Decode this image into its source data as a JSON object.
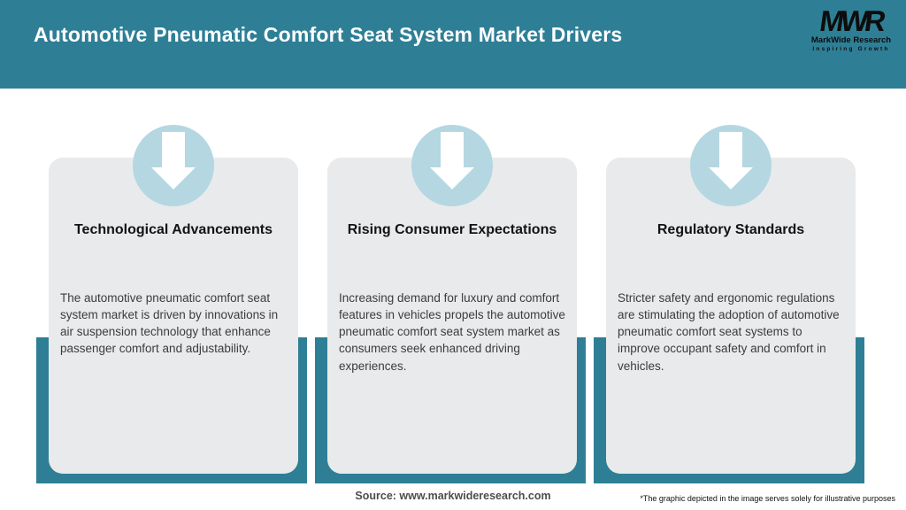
{
  "header": {
    "title": "Automotive Pneumatic Comfort Seat System Market Drivers",
    "logo": {
      "monogram": "MWR",
      "name": "MarkWide Research",
      "tagline": "Inspiring Growth"
    }
  },
  "colors": {
    "teal": "#2e7f96",
    "card_bg": "#e9eaeb",
    "circle_blue": "#b4d7e2",
    "header_text": "#ffffff"
  },
  "cards": [
    {
      "icon": "down-arrow-icon",
      "title": "Technological Advancements",
      "body": "The automotive pneumatic comfort seat system market is driven by innovations in air suspension technology that enhance passenger comfort and adjustability."
    },
    {
      "icon": "down-arrow-icon",
      "title": "Rising Consumer Expectations",
      "body": "Increasing demand for luxury and comfort features in vehicles propels the automotive pneumatic comfort seat system market as consumers seek enhanced driving experiences."
    },
    {
      "icon": "down-arrow-icon",
      "title": "Regulatory Standards",
      "body": "Stricter safety and ergonomic regulations are stimulating the adoption of automotive pneumatic comfort seat systems to improve occupant safety and comfort in vehicles."
    }
  ],
  "footer": {
    "source": "Source: www.markwideresearch.com",
    "disclaimer": "*The graphic depicted in the image serves solely for illustrative purposes"
  }
}
